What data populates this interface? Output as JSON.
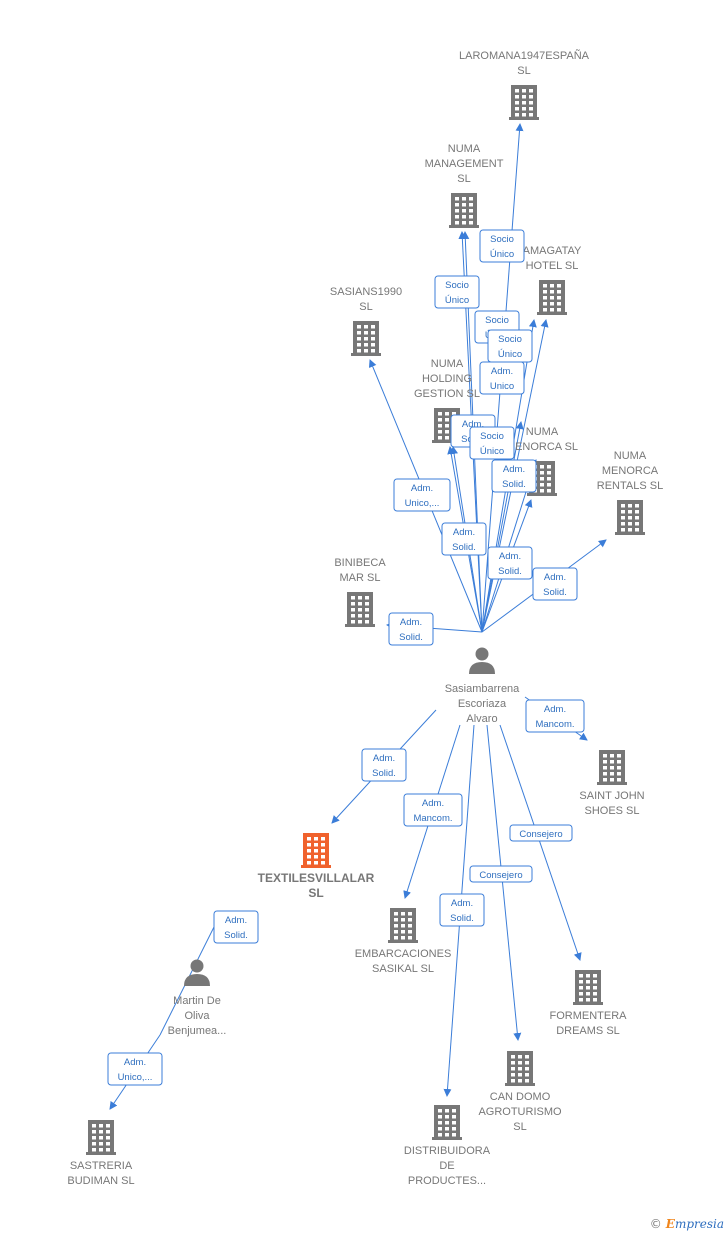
{
  "colors": {
    "edge": "#3b7dd8",
    "building": "#777777",
    "highlight": "#f0622d",
    "person": "#777777"
  },
  "nodes": [
    {
      "id": "laromana",
      "type": "company",
      "lines": [
        "LAROMANA1947ESPAÑA",
        "SL"
      ],
      "label_pos": "above"
    },
    {
      "id": "numa_management",
      "type": "company",
      "lines": [
        "NUMA",
        "MANAGEMENT",
        "SL"
      ],
      "label_pos": "above"
    },
    {
      "id": "amagatay",
      "type": "company",
      "lines": [
        "AMAGATAY",
        "HOTEL  SL"
      ],
      "label_pos": "above"
    },
    {
      "id": "sasians",
      "type": "company",
      "lines": [
        "SASIANS1990",
        "SL"
      ],
      "label_pos": "above"
    },
    {
      "id": "numa_holding",
      "type": "company",
      "lines": [
        "NUMA",
        "HOLDING",
        "GESTION  SL"
      ],
      "label_pos": "above"
    },
    {
      "id": "numa_menorca",
      "type": "company",
      "lines": [
        "NUMA",
        "MENORCA  SL"
      ],
      "label_pos": "above"
    },
    {
      "id": "numa_rentals",
      "type": "company",
      "lines": [
        "NUMA",
        "MENORCA",
        "RENTALS  SL"
      ],
      "label_pos": "above"
    },
    {
      "id": "binibeca",
      "type": "company",
      "lines": [
        "BINIBECA",
        "MAR  SL"
      ],
      "label_pos": "above"
    },
    {
      "id": "alvaro",
      "type": "person",
      "lines": [
        "Sasiambarrena",
        "Escoriaza",
        "Alvaro"
      ],
      "label_pos": "below"
    },
    {
      "id": "saint_john",
      "type": "company",
      "lines": [
        "SAINT JOHN",
        "SHOES SL"
      ],
      "label_pos": "below"
    },
    {
      "id": "textiles",
      "type": "company_main",
      "lines": [
        "TEXTILESVILLALAR",
        "SL"
      ],
      "label_pos": "below"
    },
    {
      "id": "embarcaciones",
      "type": "company",
      "lines": [
        "EMBARCACIONES",
        "SASIKAL  SL"
      ],
      "label_pos": "below"
    },
    {
      "id": "formentera",
      "type": "company",
      "lines": [
        "FORMENTERA",
        "DREAMS  SL"
      ],
      "label_pos": "below"
    },
    {
      "id": "martin",
      "type": "person",
      "lines": [
        "Martin De",
        "Oliva",
        "Benjumea..."
      ],
      "label_pos": "below"
    },
    {
      "id": "can_domo",
      "type": "company",
      "lines": [
        "CAN DOMO",
        "AGROTURISMO",
        "SL"
      ],
      "label_pos": "below"
    },
    {
      "id": "distribuidora",
      "type": "company",
      "lines": [
        "DISTRIBUIDORA",
        "DE",
        "PRODUCTES..."
      ],
      "label_pos": "below"
    },
    {
      "id": "sastreria",
      "type": "company",
      "lines": [
        "SASTRERIA",
        "BUDIMAN  SL"
      ],
      "label_pos": "below"
    }
  ],
  "edges": [
    {
      "from": "alvaro",
      "to": "laromana",
      "label": [
        "Socio",
        "Único"
      ]
    },
    {
      "from": "alvaro",
      "to": "numa_management",
      "label": [
        "Socio",
        "Único"
      ]
    },
    {
      "from": "alvaro",
      "to": "numa_management",
      "label": [
        "Socio",
        "Único"
      ]
    },
    {
      "from": "alvaro",
      "to": "amagatay",
      "label": [
        "Socio",
        "Único"
      ]
    },
    {
      "from": "alvaro",
      "to": "amagatay",
      "label": [
        "Adm.",
        "Unico"
      ]
    },
    {
      "from": "alvaro",
      "to": "sasians",
      "label": [
        "Adm.",
        "Unico,..."
      ]
    },
    {
      "from": "alvaro",
      "to": "numa_holding",
      "label": [
        "Adm.",
        "Solid."
      ]
    },
    {
      "from": "alvaro",
      "to": "numa_holding",
      "label": [
        "Adm.",
        "Solid."
      ]
    },
    {
      "from": "alvaro",
      "to": "numa_menorca",
      "label": [
        "Socio",
        "Único"
      ]
    },
    {
      "from": "alvaro",
      "to": "numa_menorca",
      "label": [
        "Adm.",
        "Solid."
      ]
    },
    {
      "from": "alvaro",
      "to": "numa_menorca",
      "label": [
        "Adm.",
        "Solid."
      ]
    },
    {
      "from": "alvaro",
      "to": "numa_rentals",
      "label": [
        "Adm.",
        "Solid."
      ]
    },
    {
      "from": "alvaro",
      "to": "binibeca",
      "label": [
        "Adm.",
        "Solid."
      ]
    },
    {
      "from": "alvaro",
      "to": "saint_john",
      "label": [
        "Adm.",
        "Mancom."
      ]
    },
    {
      "from": "alvaro",
      "to": "textiles",
      "label": [
        "Adm.",
        "Solid."
      ]
    },
    {
      "from": "alvaro",
      "to": "embarcaciones",
      "label": [
        "Adm.",
        "Mancom."
      ]
    },
    {
      "from": "alvaro",
      "to": "formentera",
      "label": [
        "Consejero"
      ]
    },
    {
      "from": "alvaro",
      "to": "can_domo",
      "label": [
        "Consejero"
      ]
    },
    {
      "from": "alvaro",
      "to": "distribuidora",
      "label": [
        "Adm.",
        "Solid."
      ]
    },
    {
      "from": "martin",
      "to": "textiles",
      "label": [
        "Adm.",
        "Solid."
      ]
    },
    {
      "from": "martin",
      "to": "sastreria",
      "label": [
        "Adm.",
        "Unico,..."
      ]
    }
  ],
  "footer": {
    "copyright_symbol": "©",
    "brand_first": "E",
    "brand_rest": "mpresia"
  }
}
